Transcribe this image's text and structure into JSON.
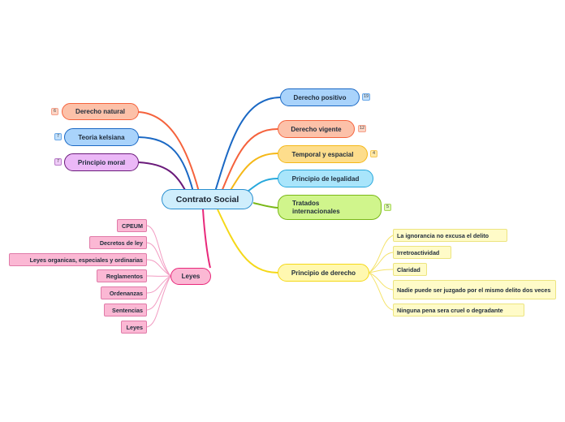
{
  "diagram": {
    "center": "Contrato Social",
    "left_topics": [
      {
        "label": "Derecho natural",
        "count": "6"
      },
      {
        "label": "Teoria kelsiana",
        "count": "7"
      },
      {
        "label": "Principio moral",
        "count": "7"
      }
    ],
    "right_topics": [
      {
        "label": "Derecho positivo",
        "count": "19"
      },
      {
        "label": "Derecho vigente",
        "count": "12"
      },
      {
        "label": "Temporal y espacial",
        "count": "4"
      },
      {
        "label": "Principio de legalidad"
      },
      {
        "label": "Tratados internacionales",
        "count": "5"
      },
      {
        "label": "Principio de derecho"
      }
    ],
    "principio_de_derecho_items": [
      "La ignorancia no excusa el delito",
      "Irretroactividad",
      "Claridad",
      "Nadie puede ser juzgado por el mismo delito dos veces",
      "Ninguna pena sera cruel o degradante"
    ],
    "leyes": {
      "label": "Leyes",
      "items": [
        "CPEUM",
        "Decretos de ley",
        "Leyes organicas, especiales y ordinarias",
        "Reglamentos",
        "Ordenanzas",
        "Sentencias",
        "Leyes"
      ]
    },
    "colors": {
      "derecho_natural": "#f5623c",
      "teoria_kelsiana": "#1a68c4",
      "principio_moral": "#6a1a7a",
      "derecho_positivo": "#1a68c4",
      "derecho_vigente": "#f5623c",
      "temporal_y_espacial": "#f5b818",
      "principio_de_legalidad": "#27a8dc",
      "tratados": "#7ab818",
      "principio_de_derecho": "#f5d818",
      "leyes": "#e8287a"
    }
  }
}
